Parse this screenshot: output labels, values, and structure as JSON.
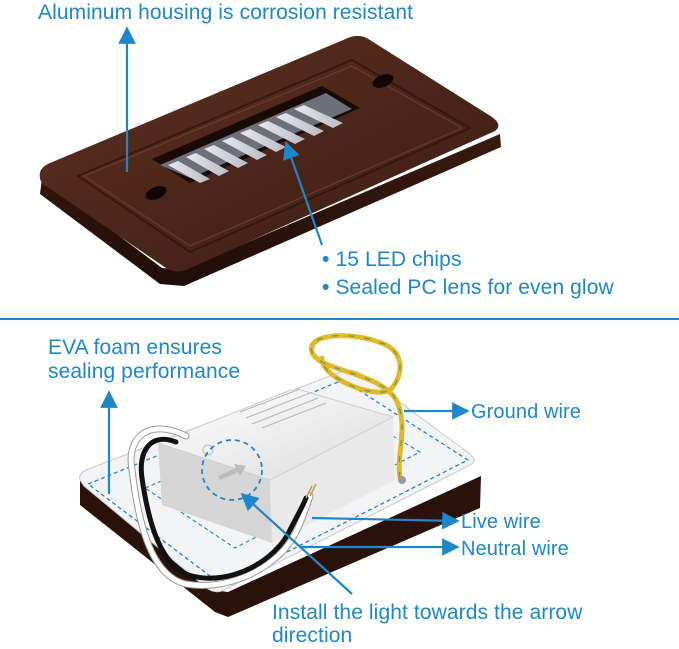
{
  "top_panel": {
    "housing_label": "Aluminum housing is corrosion resistant",
    "led_chips_label": "15 LED chips",
    "lens_label": "Sealed PC lens for even glow",
    "bullet": "•"
  },
  "bottom_panel": {
    "foam_label_line1": "EVA foam ensures",
    "foam_label_line2": "sealing performance",
    "ground_wire_label": "Ground wire",
    "live_wire_label": "Live wire",
    "neutral_wire_label": "Neutral wire",
    "arrow_direction_line1": "Install the light towards the arrow",
    "arrow_direction_line2": "direction"
  },
  "colors": {
    "accent": "#1f87c9",
    "housing": "#4a2418",
    "foam": "#f3f4f6",
    "ground_wire": "#e3b92c"
  }
}
